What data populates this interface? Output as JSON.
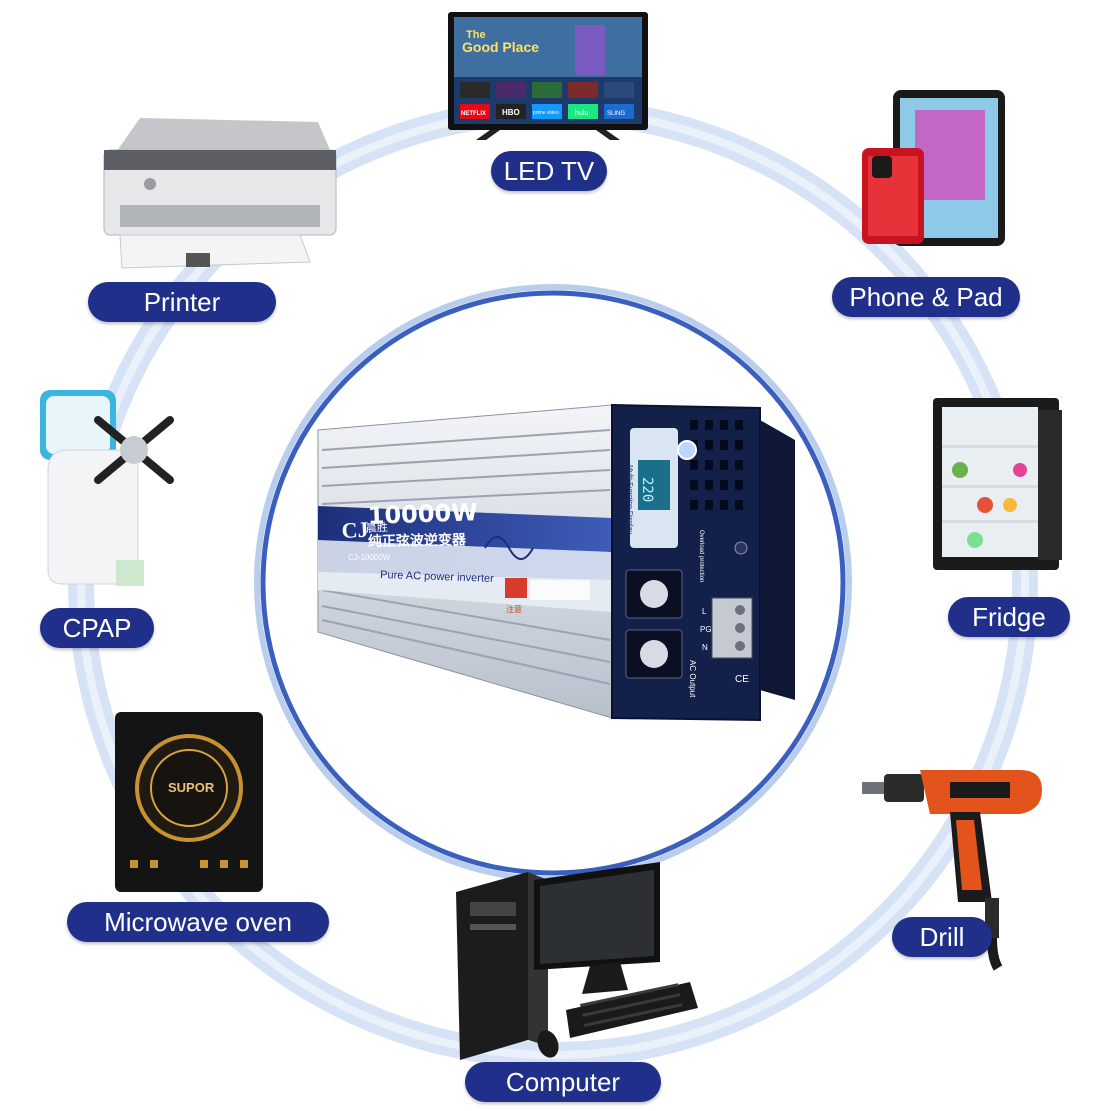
{
  "labels": {
    "led_tv": "LED TV",
    "printer": "Printer",
    "phone_pad": "Phone & Pad",
    "cpap": "CPAP",
    "fridge": "Fridge",
    "microwave": "Microwave oven",
    "drill": "Drill",
    "computer": "Computer"
  },
  "inverter": {
    "power": "10000W",
    "brand_logo": "CJ",
    "brand_cn": "晨胜",
    "subtitle_cn": "纯正弦波逆变器",
    "model": "CJ-10000W",
    "tagline": "Pure AC power inverter",
    "display_label": "Multi-Function Display",
    "display_reading": "220",
    "ac_output": "AC Output",
    "terminal_l": "L",
    "terminal_pg": "PG",
    "terminal_n": "N",
    "ce_mark": "CE",
    "overload": "Overload protection",
    "warning": "注意"
  },
  "tv_screen": {
    "title_line1": "The",
    "title_line2": "Good Place",
    "apps": [
      "NETFLIX",
      "HBO",
      "prime video",
      "hulu",
      "SLING"
    ]
  },
  "cooktop_brand": "SUPOR",
  "colors": {
    "pill_bg": "#1f2f8a",
    "ring": "#c8d8f0",
    "inverter_panel": "#12204a",
    "drill_orange": "#e2541b"
  },
  "icons": {
    "tv": "tv-icon",
    "printer": "printer-icon",
    "phone_pad": "tablet-phone-icon",
    "cpap": "cpap-machine-icon",
    "fridge": "fridge-icon",
    "cooktop": "induction-cooktop-icon",
    "drill": "drill-icon",
    "computer": "desktop-computer-icon",
    "inverter": "power-inverter-icon"
  }
}
